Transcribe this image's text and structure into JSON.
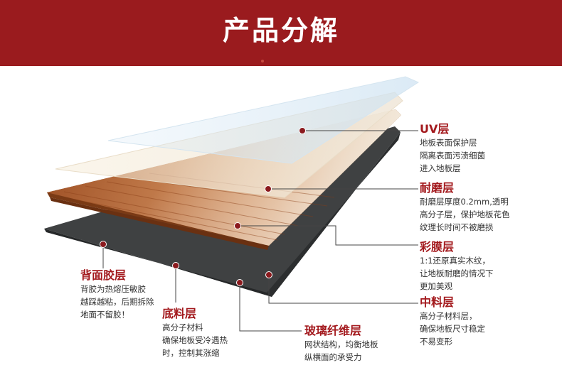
{
  "header": {
    "title": "产品分解"
  },
  "colors": {
    "banner": "#9a1b1e",
    "accent": "#a3191d",
    "marker": "#8b1a1e",
    "leader": "#444444"
  },
  "layers": [
    {
      "id": "uv",
      "title": "UV层",
      "lines": [
        "地板表面保护层",
        "隔离表面污渍细菌",
        "进入地板层"
      ]
    },
    {
      "id": "wear",
      "title": "耐磨层",
      "lines": [
        "耐磨层厚度0.2mm,透明",
        "高分子层，保护地板花色",
        "纹理长时间不被磨损"
      ]
    },
    {
      "id": "film",
      "title": "彩膜层",
      "lines": [
        "1:1还原真实木纹，",
        "让地板耐磨的情况下",
        "更加美观"
      ]
    },
    {
      "id": "core",
      "title": "中料层",
      "lines": [
        "高分子材料层，",
        "确保地板尺寸稳定",
        "不易变形"
      ]
    },
    {
      "id": "fiberglass",
      "title": "玻璃纤维层",
      "lines": [
        "网状结构，均衡地板",
        "纵横面的承受力"
      ]
    },
    {
      "id": "base",
      "title": "底料层",
      "lines": [
        "高分子材料",
        "确保地板受冷遇热",
        "时，控制其涨缩"
      ]
    },
    {
      "id": "backing",
      "title": "背面胶层",
      "lines": [
        "背胶为热熔压敏胶",
        "越踩越粘，后期拆除",
        "地面不留胶！"
      ]
    }
  ]
}
